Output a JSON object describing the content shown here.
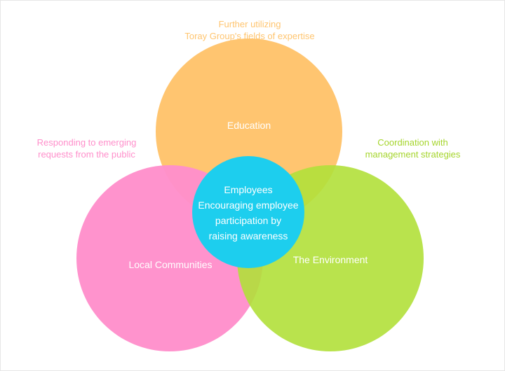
{
  "colors": {
    "education": "#FFC570",
    "local_communities": "#FF8FCB",
    "environment": "#B1E03A",
    "employees": "#1DCEEE",
    "education_note": "#FFC570",
    "communities_note": "#FF8FCB",
    "environment_note": "#A5D52C",
    "circle_label": "#ffffff"
  },
  "circles": {
    "education": {
      "label": "Education"
    },
    "local_communities": {
      "label": "Local Communities"
    },
    "environment": {
      "label": "The Environment"
    },
    "employees": {
      "label": "Employees",
      "lines": [
        "Encouraging employee",
        "participation by",
        "raising awareness"
      ]
    }
  },
  "notes": {
    "education": [
      "Further utilizing",
      "Toray Group's fields of expertise"
    ],
    "local_communities": [
      "Responding to emerging",
      "requests from the public"
    ],
    "environment": [
      "Coordination with",
      "management strategies"
    ]
  }
}
